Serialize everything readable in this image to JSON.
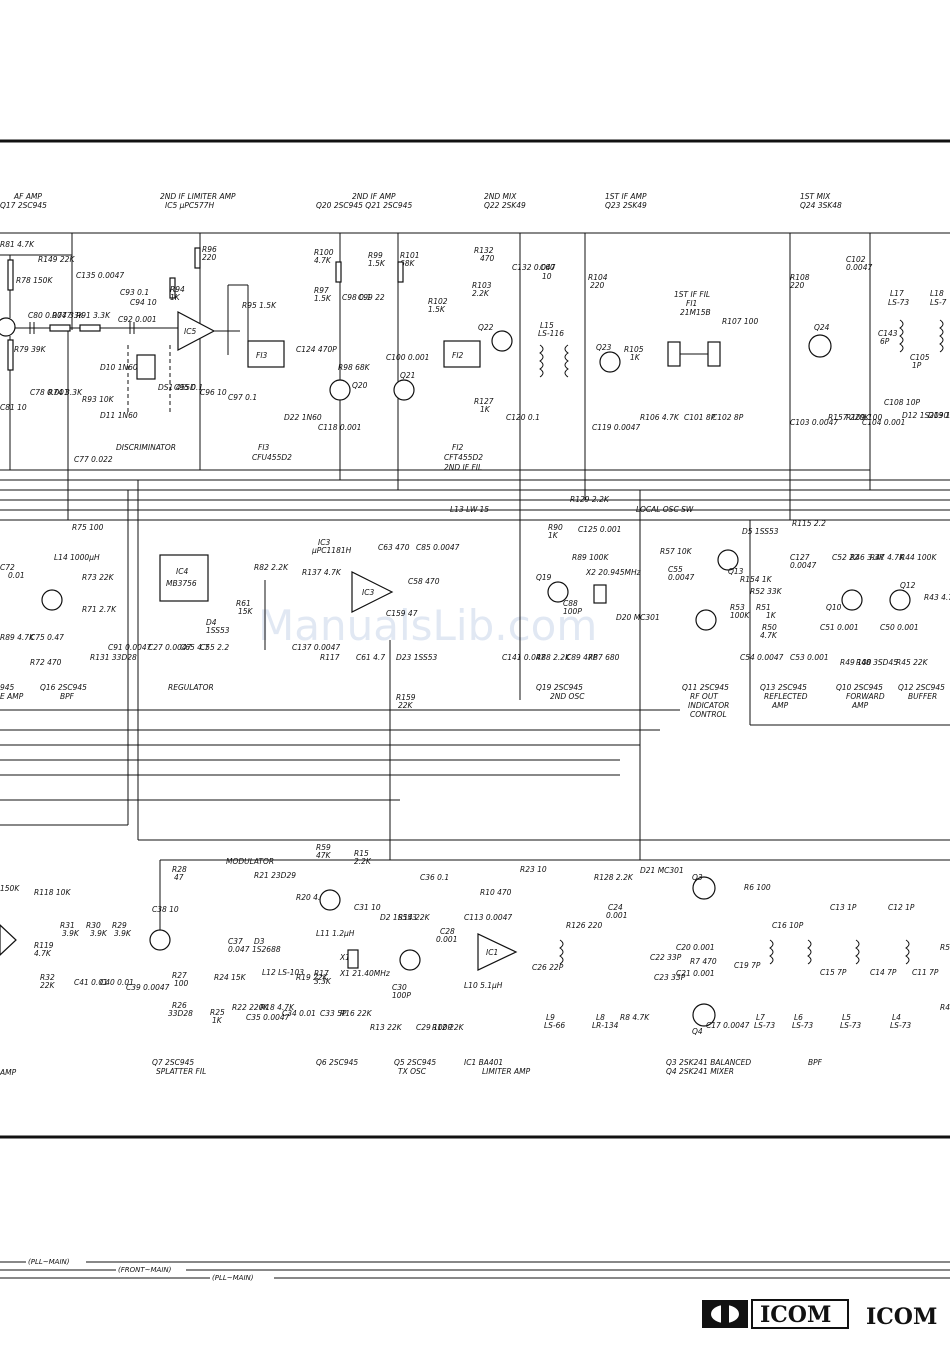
{
  "sections": [
    {
      "title": "AF AMP",
      "part": "Q17 2SC945"
    },
    {
      "title": "2ND IF LIMITER AMP",
      "part": "IC5 μPC577H"
    },
    {
      "title": "2ND IF AMP",
      "part": "Q20 2SC945 Q21 2SC945"
    },
    {
      "title": "2ND MIX",
      "part": "Q22 2SK49"
    },
    {
      "title": "1ST IF AMP",
      "part": "Q23 2SK49"
    },
    {
      "title": "1ST MIX",
      "part": "Q24 3SK48"
    }
  ],
  "filters": [
    {
      "name": "1ST IF FIL",
      "id": "FI1",
      "part": "21M15B"
    },
    {
      "name": "FI3",
      "part": "CFU455D2"
    },
    {
      "name": "FI2",
      "part": "CFT455D2",
      "note": "2ND IF FIL"
    }
  ],
  "discriminator_label": "DISCRIMINATOR",
  "ics": [
    {
      "id": "IC5",
      "part": "μPC577H"
    },
    {
      "id": "IC4",
      "part": "MB3756"
    },
    {
      "id": "IC3",
      "part": "μPC1181H"
    },
    {
      "id": "IC1",
      "part": "BA401"
    }
  ],
  "mid_labels": [
    {
      "text": "L13 LW-15"
    },
    {
      "text": "R129 2.2K"
    },
    {
      "text": "LOCAL OSC SW"
    },
    {
      "text": "D5 1SS53"
    },
    {
      "text": "X2 20.945MHz"
    },
    {
      "text": "L14 1000μH"
    }
  ],
  "stage_labels_mid": [
    {
      "text": "Q16 2SC945",
      "sub": "BPF"
    },
    {
      "text": "REGULATOR",
      "sub": ""
    },
    {
      "text": "Q19 2SC945",
      "sub": "2ND OSC"
    },
    {
      "text": "Q11 2SC945",
      "sub": "RF OUT INDICATOR CONTROL"
    },
    {
      "text": "Q13 2SC945",
      "sub": "REFLECTED AMP"
    },
    {
      "text": "Q10 2SC945",
      "sub": "FORWARD AMP"
    },
    {
      "text": "Q12 2SC945",
      "sub": "BUFFER"
    }
  ],
  "stage_labels_bottom": [
    {
      "text": "AMP",
      "sub": ""
    },
    {
      "text": "Q7 2SC945",
      "sub": "SPLATTER FIL"
    },
    {
      "text": "Q6 2SC945",
      "sub": ""
    },
    {
      "text": "Q5 2SC945",
      "sub": "TX OSC"
    },
    {
      "text": "IC1 BA401",
      "sub": "LIMITER AMP"
    },
    {
      "text": "Q3 2SK241 BALANCED",
      "sub": "Q4 2SK241 MIXER"
    },
    {
      "text": "BPF",
      "sub": ""
    }
  ],
  "bottom_labels": [
    {
      "text": "MODULATOR"
    },
    {
      "text": "R21 23D29"
    },
    {
      "text": "X1 21.40MHz"
    },
    {
      "text": "L11 1.2μH"
    },
    {
      "text": "L10 5.1μH"
    },
    {
      "text": "R23 10"
    },
    {
      "text": "D21 MC301"
    },
    {
      "text": "R128 2.2K"
    }
  ],
  "connectors": [
    {
      "text": "(PLL~MAIN)"
    },
    {
      "text": "(FRONT~MAIN)"
    },
    {
      "text": "(PLL~MAIN)"
    }
  ],
  "watermark": "ManualsLib.com",
  "brand": {
    "logo": "ICOM",
    "text": "ICOM"
  }
}
